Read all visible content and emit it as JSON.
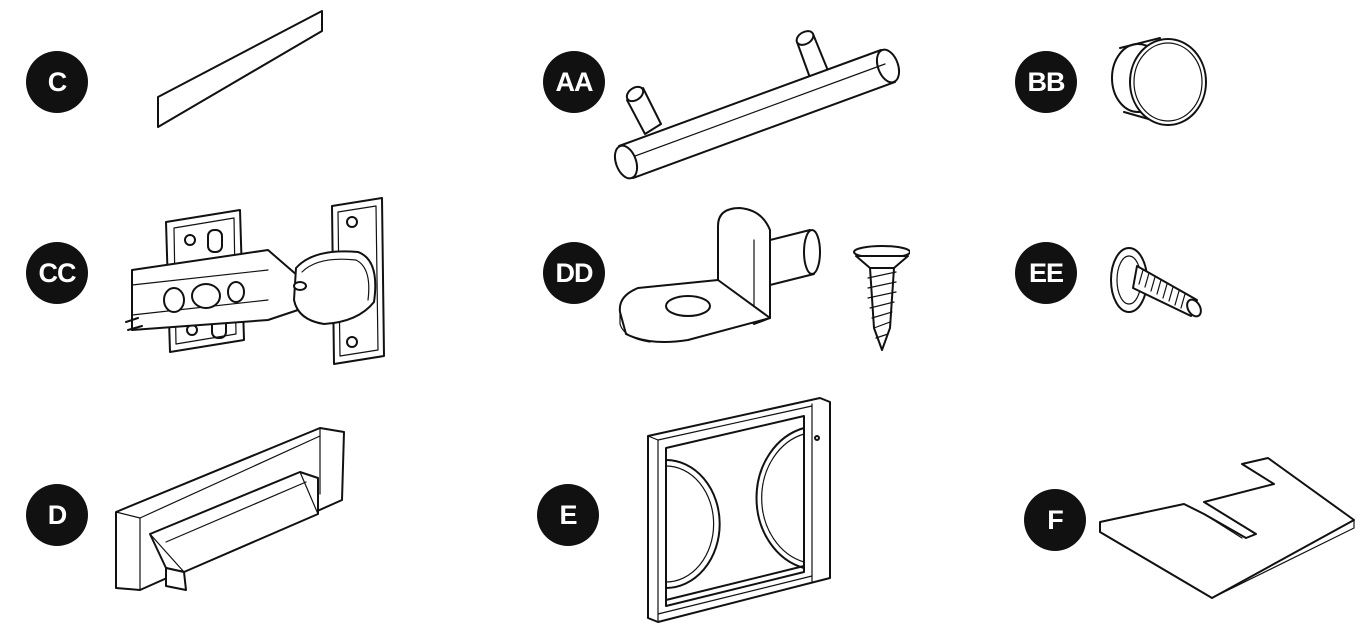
{
  "parts": [
    {
      "label": "C",
      "name": "Trim strip"
    },
    {
      "label": "AA",
      "name": "Bar pull handle"
    },
    {
      "label": "BB",
      "name": "Round knob"
    },
    {
      "label": "CC",
      "name": "Concealed hinge"
    },
    {
      "label": "DD",
      "name": "Shelf support pin and screw"
    },
    {
      "label": "EE",
      "name": "Knob bolt"
    },
    {
      "label": "D",
      "name": "Drawer front"
    },
    {
      "label": "E",
      "name": "Door panel"
    },
    {
      "label": "F",
      "name": "Cut-out panel"
    }
  ]
}
